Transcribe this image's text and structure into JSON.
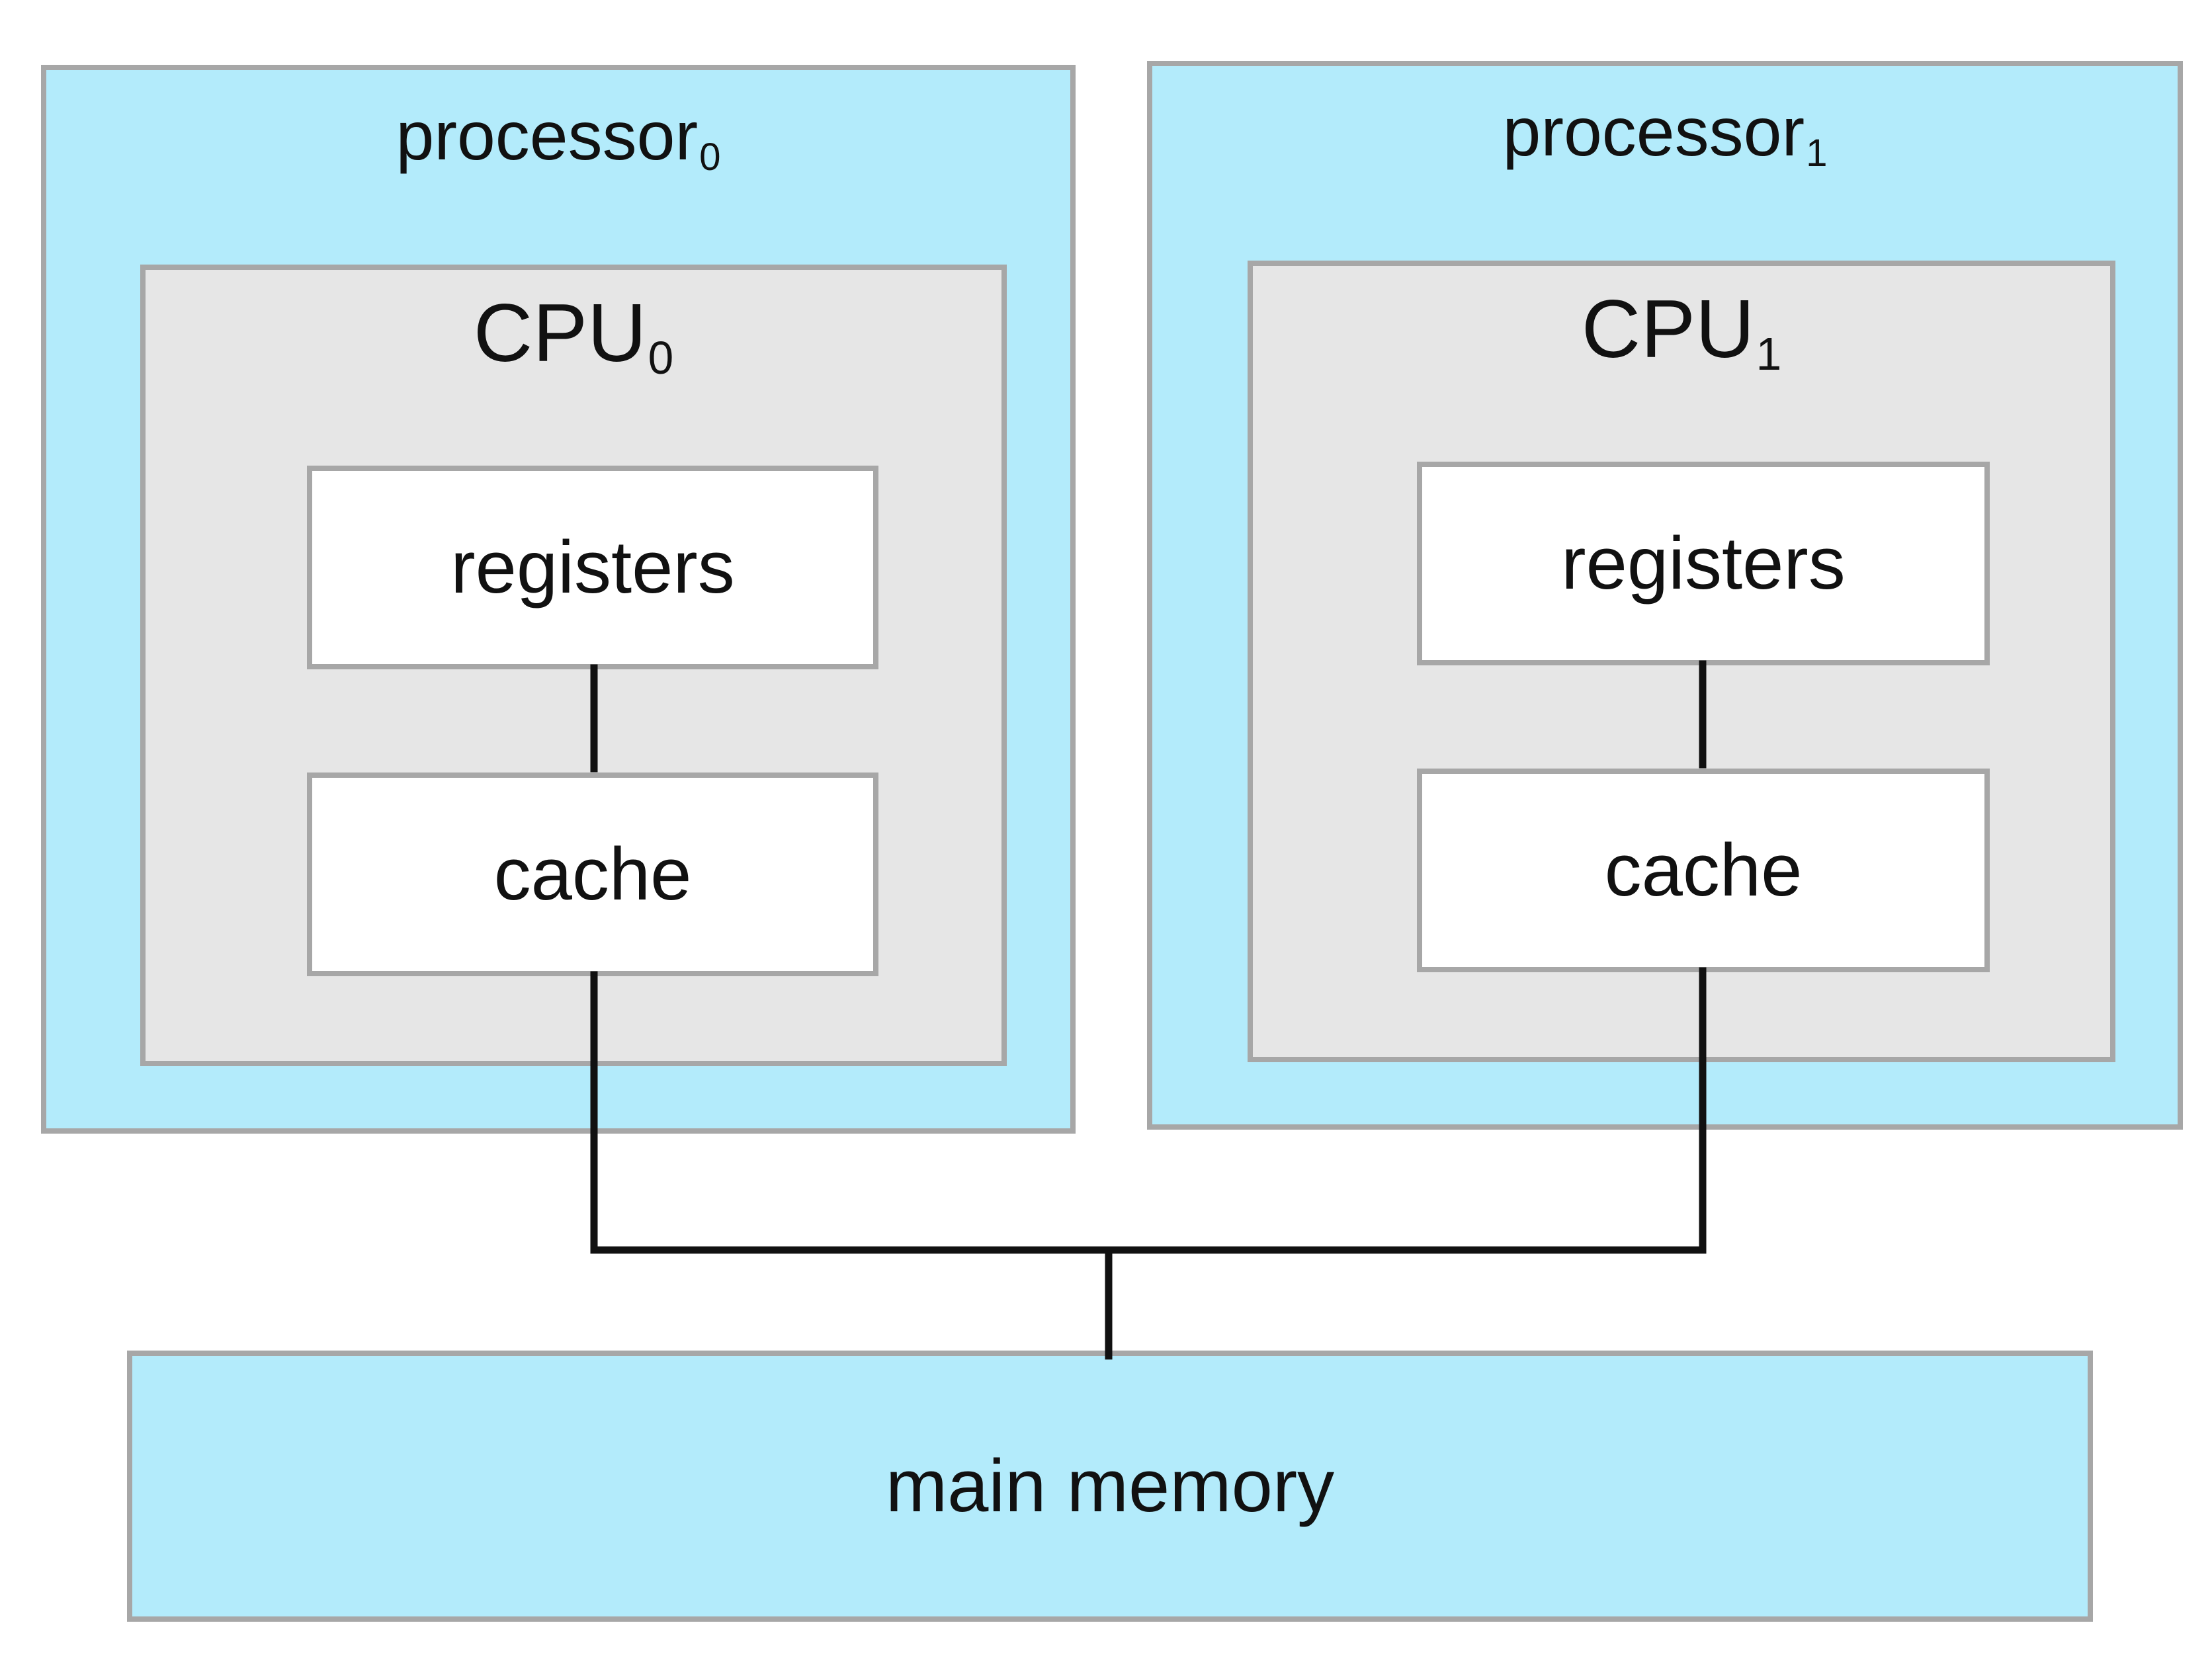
{
  "processors": [
    {
      "name": "processor",
      "index": "0",
      "cpu": {
        "name": "CPU",
        "index": "0"
      },
      "registers_label": "registers",
      "cache_label": "cache"
    },
    {
      "name": "processor",
      "index": "1",
      "cpu": {
        "name": "CPU",
        "index": "1"
      },
      "registers_label": "registers",
      "cache_label": "cache"
    }
  ],
  "memory": {
    "label": "main memory"
  },
  "colors": {
    "processor_fill": "#b3ebfb",
    "cpu_fill": "#e6e6e6",
    "unit_fill": "#ffffff",
    "border": "#a7a7a7",
    "wire": "#111111"
  }
}
